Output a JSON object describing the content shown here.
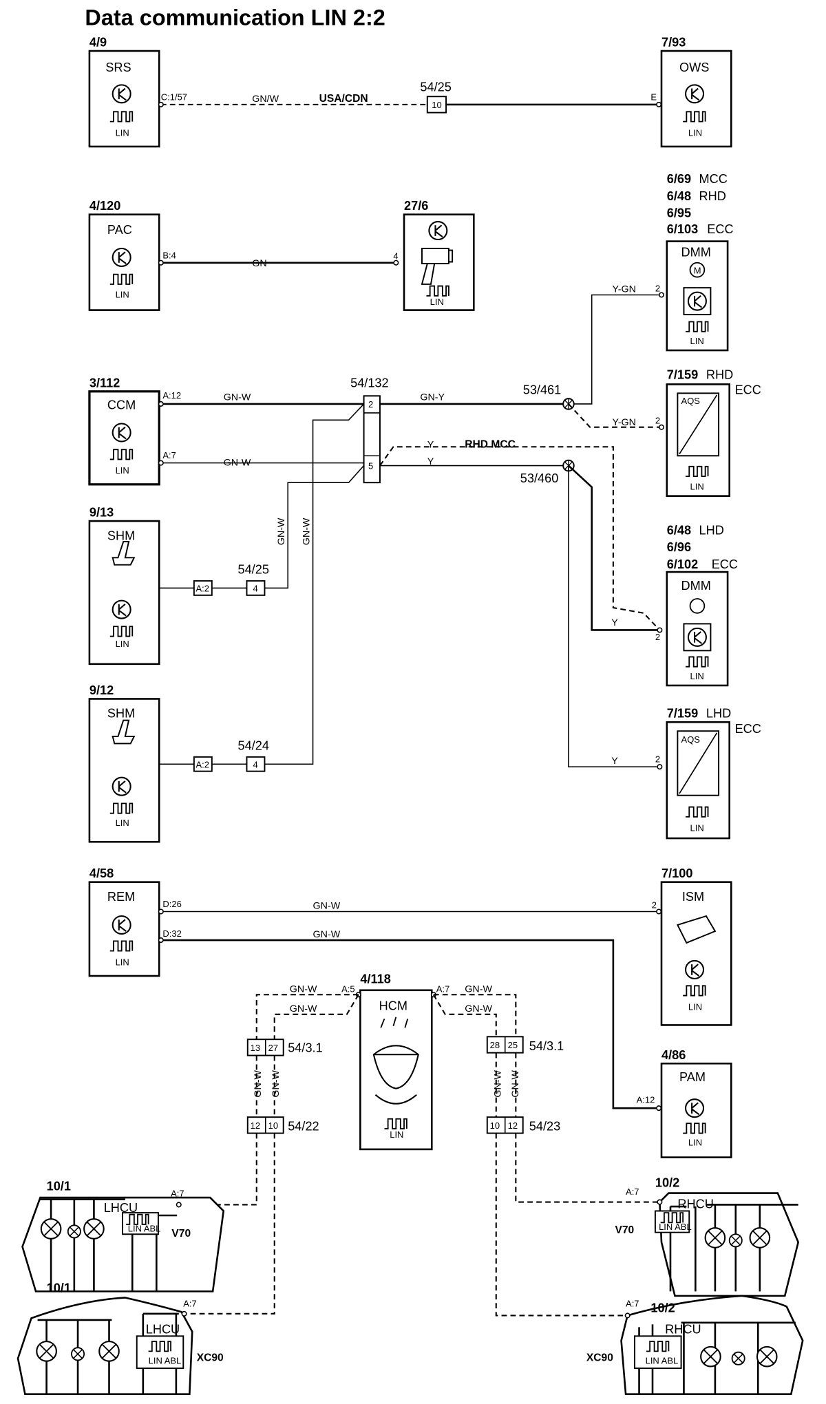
{
  "title": "Data communication LIN 2:2",
  "bus_label": "LIN",
  "lin_abl": "LIN ABL",
  "components": {
    "srs": {
      "ref": "4/9",
      "name": "SRS",
      "pin": "C:1/57"
    },
    "ows": {
      "ref": "7/93",
      "name": "OWS",
      "pin": "E"
    },
    "pac": {
      "ref": "4/120",
      "name": "PAC",
      "pin": "B:4"
    },
    "sensor": {
      "ref": "27/6",
      "pin": "4"
    },
    "dmm_rhd": {
      "refs": [
        "6/69",
        "6/48",
        "6/95",
        "6/103"
      ],
      "tags": [
        "MCC",
        "RHD",
        "",
        "ECC"
      ],
      "name": "DMM",
      "pin": "2",
      "motor": "M"
    },
    "ccm": {
      "ref": "3/112",
      "name": "CCM",
      "pins": [
        "A:12",
        "A:7"
      ]
    },
    "aqs_rhd": {
      "ref": "7/159",
      "tag": "RHD",
      "variant": "ECC",
      "inner": "AQS",
      "pin": "2"
    },
    "shm_1": {
      "ref": "9/13",
      "name": "SHM"
    },
    "shm_2": {
      "ref": "9/12",
      "name": "SHM"
    },
    "dmm_lhd": {
      "refs": [
        "6/48",
        "6/96",
        "6/102"
      ],
      "tags": [
        "LHD",
        "",
        "ECC"
      ],
      "name": "DMM",
      "pin": "2"
    },
    "aqs_lhd": {
      "ref": "7/159",
      "tag": "LHD",
      "variant": "ECC",
      "inner": "AQS",
      "pin": "2"
    },
    "rem": {
      "ref": "4/58",
      "name": "REM",
      "pins": [
        "D:26",
        "D:32"
      ]
    },
    "ism": {
      "ref": "7/100",
      "name": "ISM",
      "pin": "2"
    },
    "hcm": {
      "ref": "4/118",
      "name": "HCM",
      "pins": [
        "A:5",
        "A:7"
      ]
    },
    "pam": {
      "ref": "4/86",
      "name": "PAM",
      "pin": "A:12"
    },
    "lhcu_v70": {
      "ref": "10/1",
      "name": "LHCU",
      "model": "V70",
      "pin": "A:7"
    },
    "lhcu_xc90": {
      "ref": "10/1",
      "name": "LHCU",
      "model": "XC90",
      "pin": "A:7"
    },
    "rhcu_v70": {
      "ref": "10/2",
      "name": "RHCU",
      "model": "V70",
      "pin": "A:7"
    },
    "rhcu_xc90": {
      "ref": "10/2",
      "name": "RHCU",
      "model": "XC90",
      "pin": "A:7"
    }
  },
  "connectors": {
    "c54_25_top": {
      "ref": "54/25",
      "pin": "10"
    },
    "c54_132": {
      "ref": "54/132",
      "pins": [
        "2",
        "5"
      ]
    },
    "c54_25": {
      "ref": "54/25",
      "pin": "4",
      "module_pin": "A:2"
    },
    "c54_24": {
      "ref": "54/24",
      "pin": "4",
      "module_pin": "A:2"
    },
    "c54_3_1_left": {
      "ref": "54/3.1",
      "pins": [
        "13",
        "27"
      ]
    },
    "c54_22": {
      "ref": "54/22",
      "pins": [
        "12",
        "10"
      ]
    },
    "c54_3_1_right": {
      "ref": "54/3.1",
      "pins": [
        "28",
        "25"
      ]
    },
    "c54_23": {
      "ref": "54/23",
      "pins": [
        "10",
        "12"
      ]
    }
  },
  "splices": {
    "s461": "53/461",
    "s460": "53/460"
  },
  "wires": {
    "gn_w_slash": "GN/W",
    "usa_cdn": "USA/CDN",
    "gn": "GN",
    "y_gn": "Y-GN",
    "gn_w": "GN-W",
    "gn_y": "GN-Y",
    "y": "Y",
    "rhd_mcc": "RHD MCC"
  }
}
